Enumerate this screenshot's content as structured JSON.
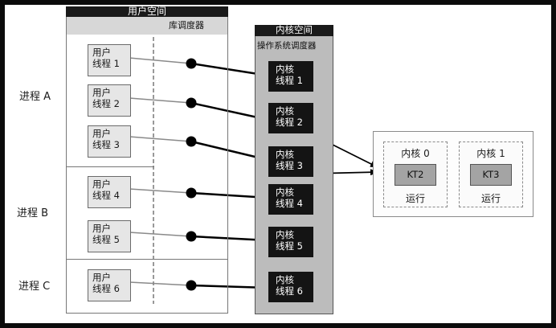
{
  "user_space": {
    "title": "用户空间",
    "library_scheduler": "库调度器"
  },
  "kernel_space": {
    "title": "内核空间",
    "os_scheduler": "操作系统调度器"
  },
  "processes": [
    {
      "label": "进程 A"
    },
    {
      "label": "进程 B"
    },
    {
      "label": "进程 C"
    }
  ],
  "user_threads": [
    {
      "line1": "用户",
      "line2": "线程 1"
    },
    {
      "line1": "用户",
      "line2": "线程 2"
    },
    {
      "line1": "用户",
      "line2": "线程 3"
    },
    {
      "line1": "用户",
      "line2": "线程 4"
    },
    {
      "line1": "用户",
      "line2": "线程 5"
    },
    {
      "line1": "用户",
      "line2": "线程 6"
    }
  ],
  "kernel_threads": [
    {
      "line1": "内核",
      "line2": "线程 1"
    },
    {
      "line1": "内核",
      "line2": "线程 2"
    },
    {
      "line1": "内核",
      "line2": "线程 3"
    },
    {
      "line1": "内核",
      "line2": "线程 4"
    },
    {
      "line1": "内核",
      "line2": "线程 5"
    },
    {
      "line1": "内核",
      "line2": "线程 6"
    }
  ],
  "cores": [
    {
      "title": "内核 0",
      "thread": "KT2",
      "status": "运行"
    },
    {
      "title": "内核 1",
      "thread": "KT3",
      "status": "运行"
    }
  ]
}
